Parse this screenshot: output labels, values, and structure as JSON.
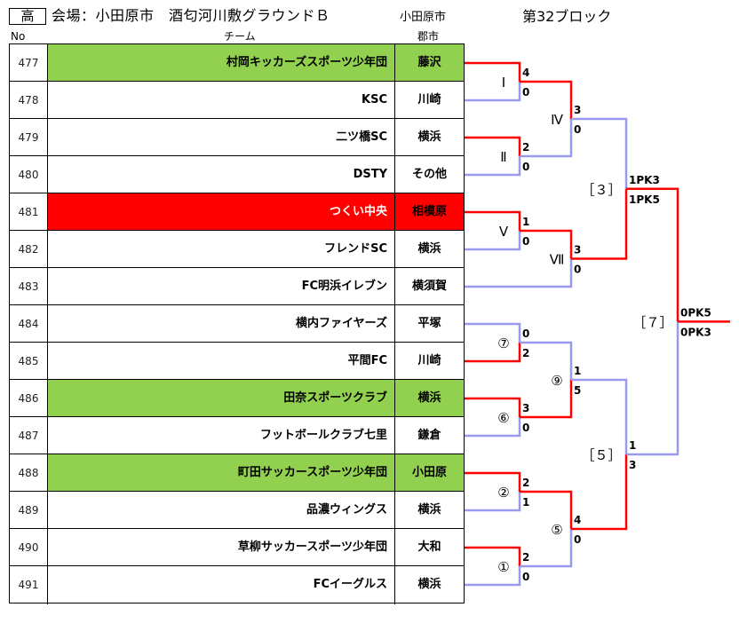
{
  "header": {
    "badge": "高",
    "venue": "会場：小田原市　酒匂河川敷グラウンドＢ",
    "host_city": "小田原市",
    "block": "第32ブロック"
  },
  "columns": {
    "no": "No",
    "team": "チーム",
    "city": "郡市"
  },
  "teams": [
    {
      "no": "477",
      "name": "村岡キッカーズスポーツ少年団",
      "city": "藤沢",
      "highlight": "green"
    },
    {
      "no": "478",
      "name": "KSC",
      "city": "川崎",
      "highlight": ""
    },
    {
      "no": "479",
      "name": "二ツ橋SC",
      "city": "横浜",
      "highlight": ""
    },
    {
      "no": "480",
      "name": "DSTY",
      "city": "その他",
      "highlight": ""
    },
    {
      "no": "481",
      "name": "つくい中央",
      "city": "相模原",
      "highlight": "red"
    },
    {
      "no": "482",
      "name": "フレンドSC",
      "city": "横浜",
      "highlight": ""
    },
    {
      "no": "483",
      "name": "FC明浜イレブン",
      "city": "横須賀",
      "highlight": ""
    },
    {
      "no": "484",
      "name": "横内ファイヤーズ",
      "city": "平塚",
      "highlight": ""
    },
    {
      "no": "485",
      "name": "平間FC",
      "city": "川崎",
      "highlight": ""
    },
    {
      "no": "486",
      "name": "田奈スポーツクラブ",
      "city": "横浜",
      "highlight": "green"
    },
    {
      "no": "487",
      "name": "フットボールクラブ七里",
      "city": "鎌倉",
      "highlight": ""
    },
    {
      "no": "488",
      "name": "町田サッカースポーツ少年団",
      "city": "小田原",
      "highlight": "green"
    },
    {
      "no": "489",
      "name": "品濃ウィングス",
      "city": "横浜",
      "highlight": ""
    },
    {
      "no": "490",
      "name": "草柳サッカースポーツ少年団",
      "city": "大和",
      "highlight": ""
    },
    {
      "no": "491",
      "name": "FCイーグルス",
      "city": "横浜",
      "highlight": ""
    }
  ],
  "colors": {
    "win": "#ff0000",
    "lose": "#9999ee",
    "green": "#92d050",
    "red": "#ff0000"
  },
  "bracket": {
    "r1": [
      {
        "label": "Ⅰ",
        "a": 0,
        "b": 1,
        "score_a": "4",
        "score_b": "0",
        "winner": "a"
      },
      {
        "label": "Ⅱ",
        "a": 2,
        "b": 3,
        "score_a": "2",
        "score_b": "0",
        "winner": "a"
      },
      {
        "label": "Ⅴ",
        "a": 4,
        "b": 5,
        "score_a": "1",
        "score_b": "0",
        "winner": "a"
      },
      {
        "label": "⑦",
        "a": 7,
        "b": 8,
        "score_a": "0",
        "score_b": "2",
        "winner": "b"
      },
      {
        "label": "⑥",
        "a": 9,
        "b": 10,
        "score_a": "3",
        "score_b": "0",
        "winner": "a"
      },
      {
        "label": "②",
        "a": 11,
        "b": 12,
        "score_a": "2",
        "score_b": "1",
        "winner": "a"
      },
      {
        "label": "①",
        "a": 13,
        "b": 14,
        "score_a": "2",
        "score_b": "0",
        "winner": "a"
      }
    ],
    "r2": [
      {
        "label": "Ⅳ",
        "top": "m:0",
        "bottom": "m:1",
        "score_a": "3",
        "score_b": "0",
        "winner": "a"
      },
      {
        "label": "Ⅶ",
        "top": "m:2",
        "bottom": "t:6",
        "score_a": "3",
        "score_b": "0",
        "winner": "a"
      },
      {
        "label": "⑨",
        "top": "m:3",
        "bottom": "m:4",
        "score_a": "1",
        "score_b": "5",
        "winner": "b"
      },
      {
        "label": "⑤",
        "top": "m:5",
        "bottom": "m:6",
        "score_a": "4",
        "score_b": "0",
        "winner": "a"
      }
    ],
    "r3": [
      {
        "label": "［３］",
        "score_a": "1PK3",
        "score_b": "1PK5",
        "winner": "b"
      },
      {
        "label": "［５］",
        "score_a": "1",
        "score_b": "3",
        "winner": "b"
      }
    ],
    "final": {
      "label": "［７］",
      "score_a": "0PK5",
      "score_b": "0PK3",
      "winner": "a"
    }
  }
}
